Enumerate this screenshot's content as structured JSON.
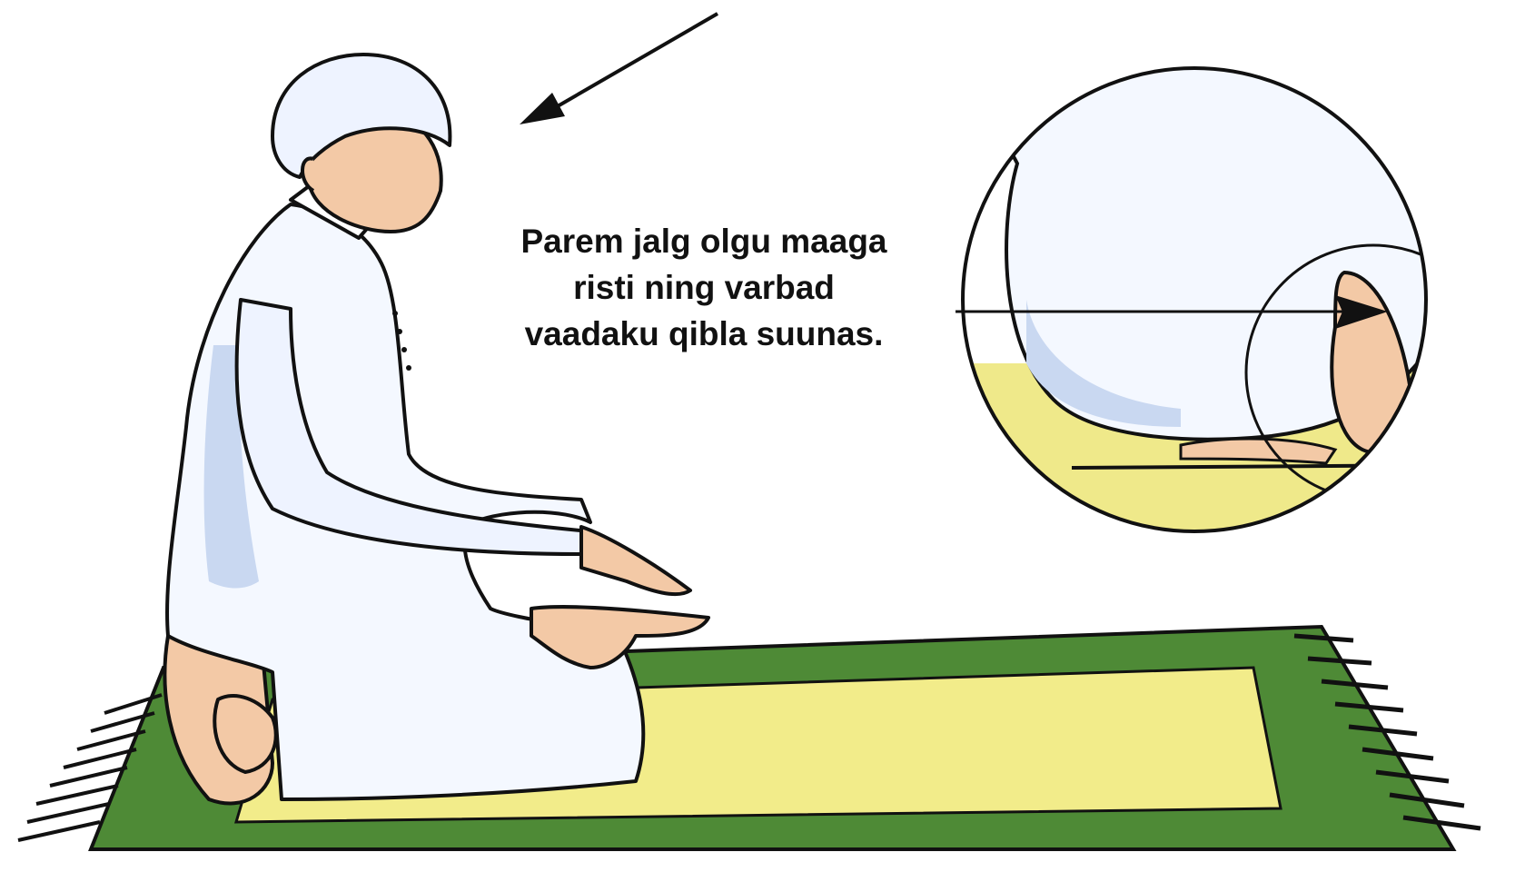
{
  "caption": {
    "lines": [
      "Parem jalg olgu maaga",
      "risti ning varbad",
      "vaadaku qibla suunas."
    ]
  },
  "colors": {
    "mat_green": "#4e8a36",
    "mat_inner_yellow": "#f2ec8a",
    "robe": "#f4f8ff",
    "robe_shadow": "#b9cbea",
    "skin": "#f3c9a6",
    "outline": "#111111",
    "inset_ground": "#efe98a"
  },
  "icons": [
    "arrow-icon",
    "arrow-icon"
  ]
}
